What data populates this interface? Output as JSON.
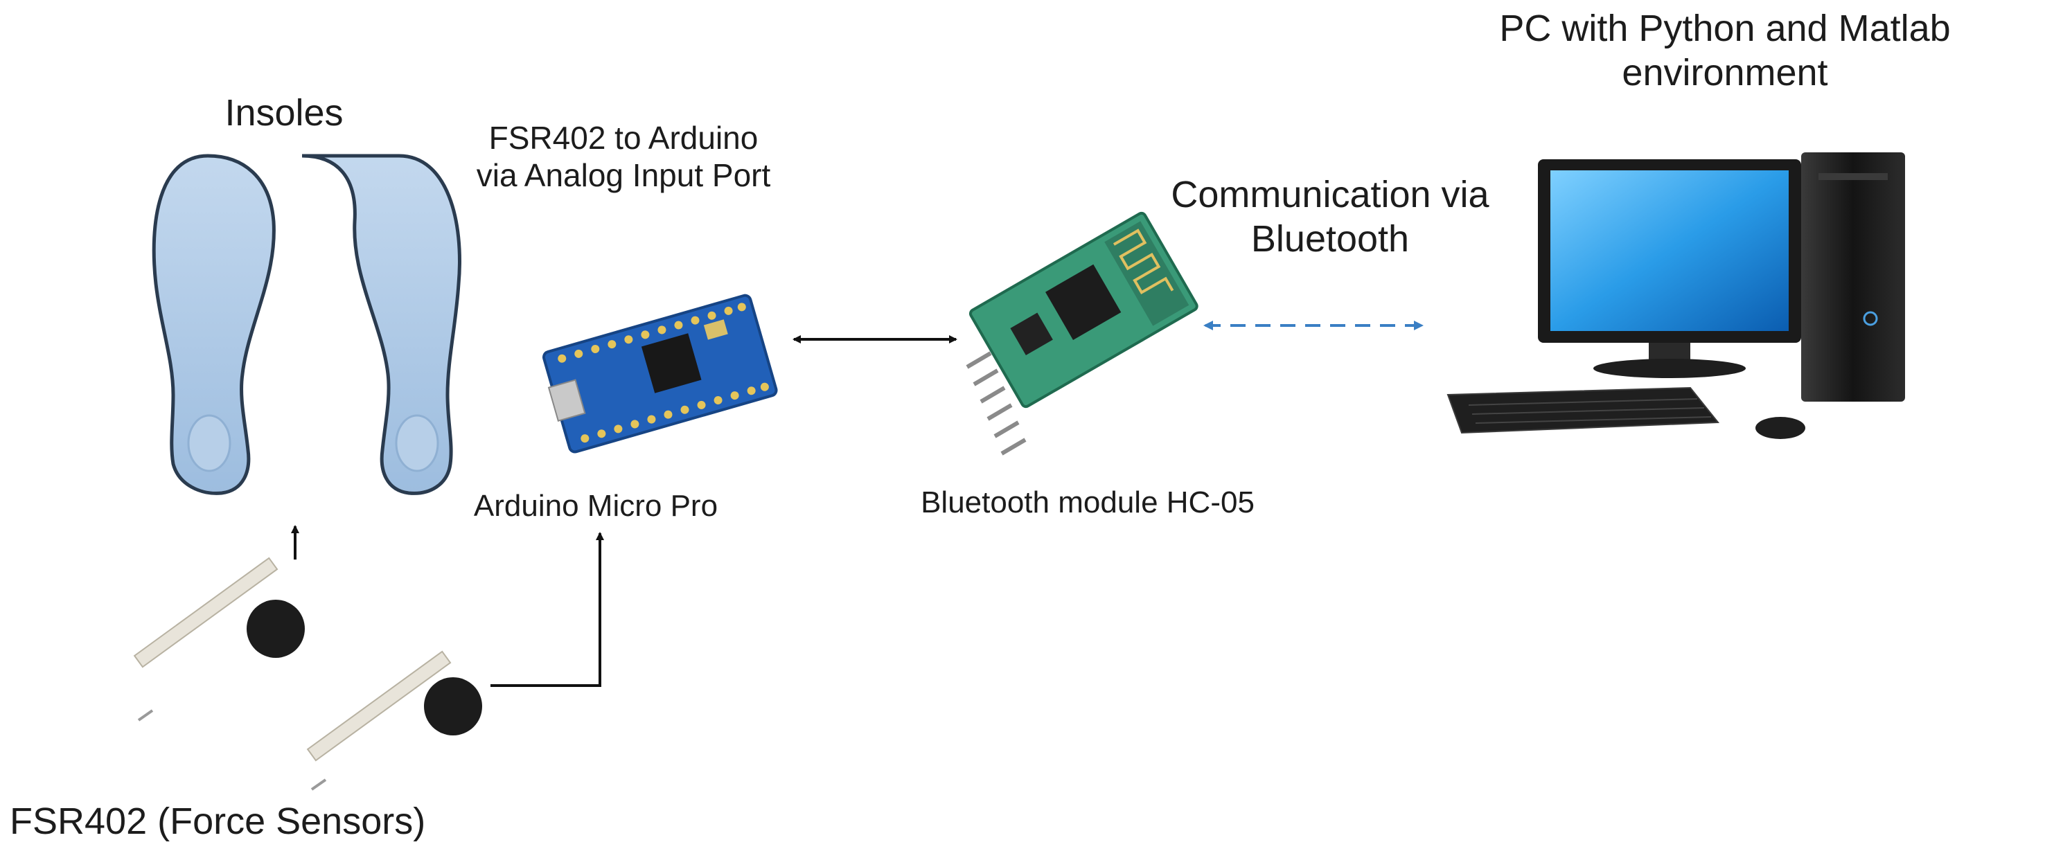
{
  "labels": {
    "insoles": "Insoles",
    "fsr_to_arduino": "FSR402 to Arduino via Analog Input Port",
    "arduino": "Arduino Micro Pro",
    "bluetooth_module": "Bluetooth module HC-05",
    "communication": "Communication via Bluetooth",
    "pc": "PC with Python and Matlab environment",
    "sensors": "FSR402 (Force Sensors)"
  },
  "colors": {
    "insole": "#a9c6e4",
    "arduino_board": "#2160b8",
    "bt_board": "#3a9a78",
    "bluetooth_link": "#3a7fc4",
    "wire": "#111111"
  }
}
